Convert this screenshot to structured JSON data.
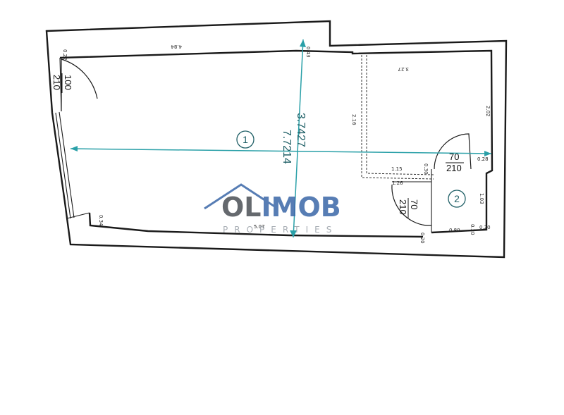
{
  "room1": {
    "number": "1",
    "area": "7.7214",
    "area2": "3.7427"
  },
  "room2": {
    "number": "2"
  },
  "doors": {
    "entrance": {
      "width": "100",
      "height": "210"
    },
    "room1_to_2": {
      "width": "70",
      "height": "210"
    },
    "room2": {
      "width": "70",
      "height": "210"
    }
  },
  "dimensions": {
    "top_left_thickness": "0.22",
    "top_length": "4.84",
    "mid_thickness": "0.43",
    "alcove_width": "3.27",
    "alcove_height": "2.02",
    "alcove_depth": "2.16",
    "wall_right_thickness": "0.28",
    "step_width": "1.15",
    "step_small": "0.30",
    "step_depth": "1.26",
    "room2_height": "1.03",
    "room2_width": "0.80",
    "room2_small": "0.30",
    "room2_small2": "0.20",
    "bottom_length": "5.07",
    "bottom_left": "0.34",
    "bottom_right": "0.20"
  },
  "brand": {
    "name_part1": "OL",
    "name_part2": "IMOB",
    "tagline": "PROPERTIES"
  },
  "colors": {
    "brand_dark": "#4b4f55",
    "brand_blue": "#3a67a8",
    "accent": "#2aa0a8"
  }
}
